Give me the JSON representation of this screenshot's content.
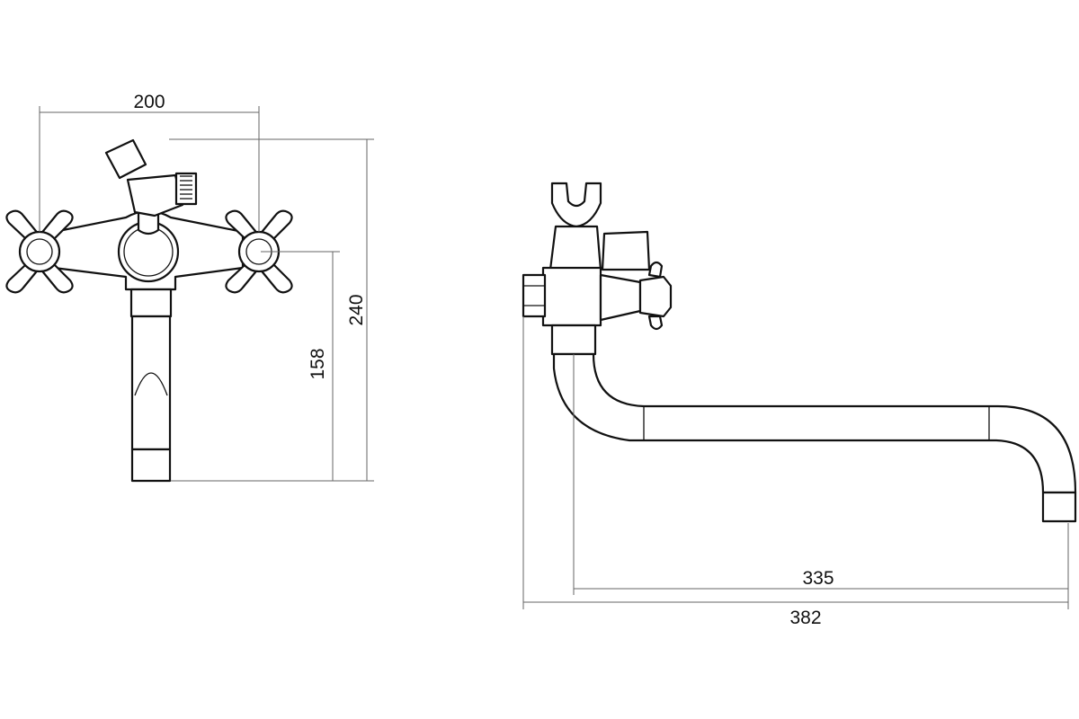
{
  "dimensions": {
    "front_width": "200",
    "front_height_total": "240",
    "front_spout_height": "158",
    "side_spout_reach": "335",
    "side_total_length": "382"
  },
  "colors": {
    "line": "#111111",
    "dimension_line": "#666666",
    "background": "#ffffff"
  }
}
